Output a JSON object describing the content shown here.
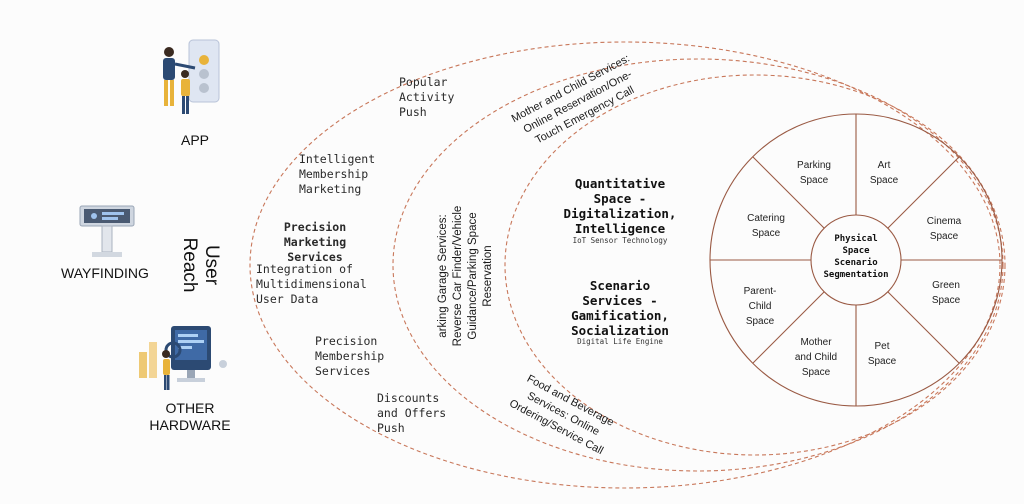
{
  "devices": {
    "app": "APP",
    "wayfinding": "WAYFINDING",
    "other_hardware_line1": "OTHER",
    "other_hardware_line2": "HARDWARE"
  },
  "user_reach": "User Reach",
  "outer_ring": {
    "popular_activity": [
      "Popular",
      "Activity",
      "Push"
    ],
    "intelligent_membership": [
      "Intelligent",
      "Membership",
      "Marketing"
    ],
    "precision_marketing": [
      "Precision",
      "Marketing",
      "Services"
    ],
    "integration": [
      "Integration of",
      "Multidimensional",
      "User Data"
    ],
    "precision_membership": [
      "Precision",
      "Membership",
      "Services"
    ],
    "discounts": [
      "Discounts",
      "and Offers",
      "Push"
    ]
  },
  "middle_ring": {
    "mother_child": [
      "Mother and Child Services:",
      "Online Reservation/One-",
      "Touch Emergency Call"
    ],
    "parking_garage": [
      "arking Garage Services:",
      "Reverse Car Finder/Vehicle",
      "Guidance/Parking Space",
      "Reservation"
    ],
    "food_beverage": [
      "Food and Beverage",
      "Services: Online",
      "Ordering/Service Call"
    ]
  },
  "inner_ring": {
    "quantitative": [
      "Quantitative",
      "Space -",
      "Digitalization,",
      "Intelligence"
    ],
    "quantitative_sub": "IoT Sensor Technology",
    "scenario": [
      "Scenario",
      "Services -",
      "Gamification,",
      "Socialization"
    ],
    "scenario_sub": "Digital Life Engine"
  },
  "wheel": {
    "center": [
      "Physical",
      "Space",
      "Scenario",
      "Segmentation"
    ],
    "segments": {
      "parking": [
        "Parking",
        "Space"
      ],
      "art": [
        "Art",
        "Space"
      ],
      "cinema": [
        "Cinema",
        "Space"
      ],
      "green": [
        "Green",
        "Space"
      ],
      "pet": [
        "Pet",
        "Space"
      ],
      "mother": [
        "Mother",
        "and Child",
        "Space"
      ],
      "parent": [
        "Parent-",
        "Child",
        "Space"
      ],
      "catering": [
        "Catering",
        "Space"
      ]
    }
  },
  "colors": {
    "ring_line": "#c8775a",
    "wheel_line": "#9a5a44",
    "figure_blue": "#2c4a73",
    "figure_yellow": "#e8b33a"
  }
}
